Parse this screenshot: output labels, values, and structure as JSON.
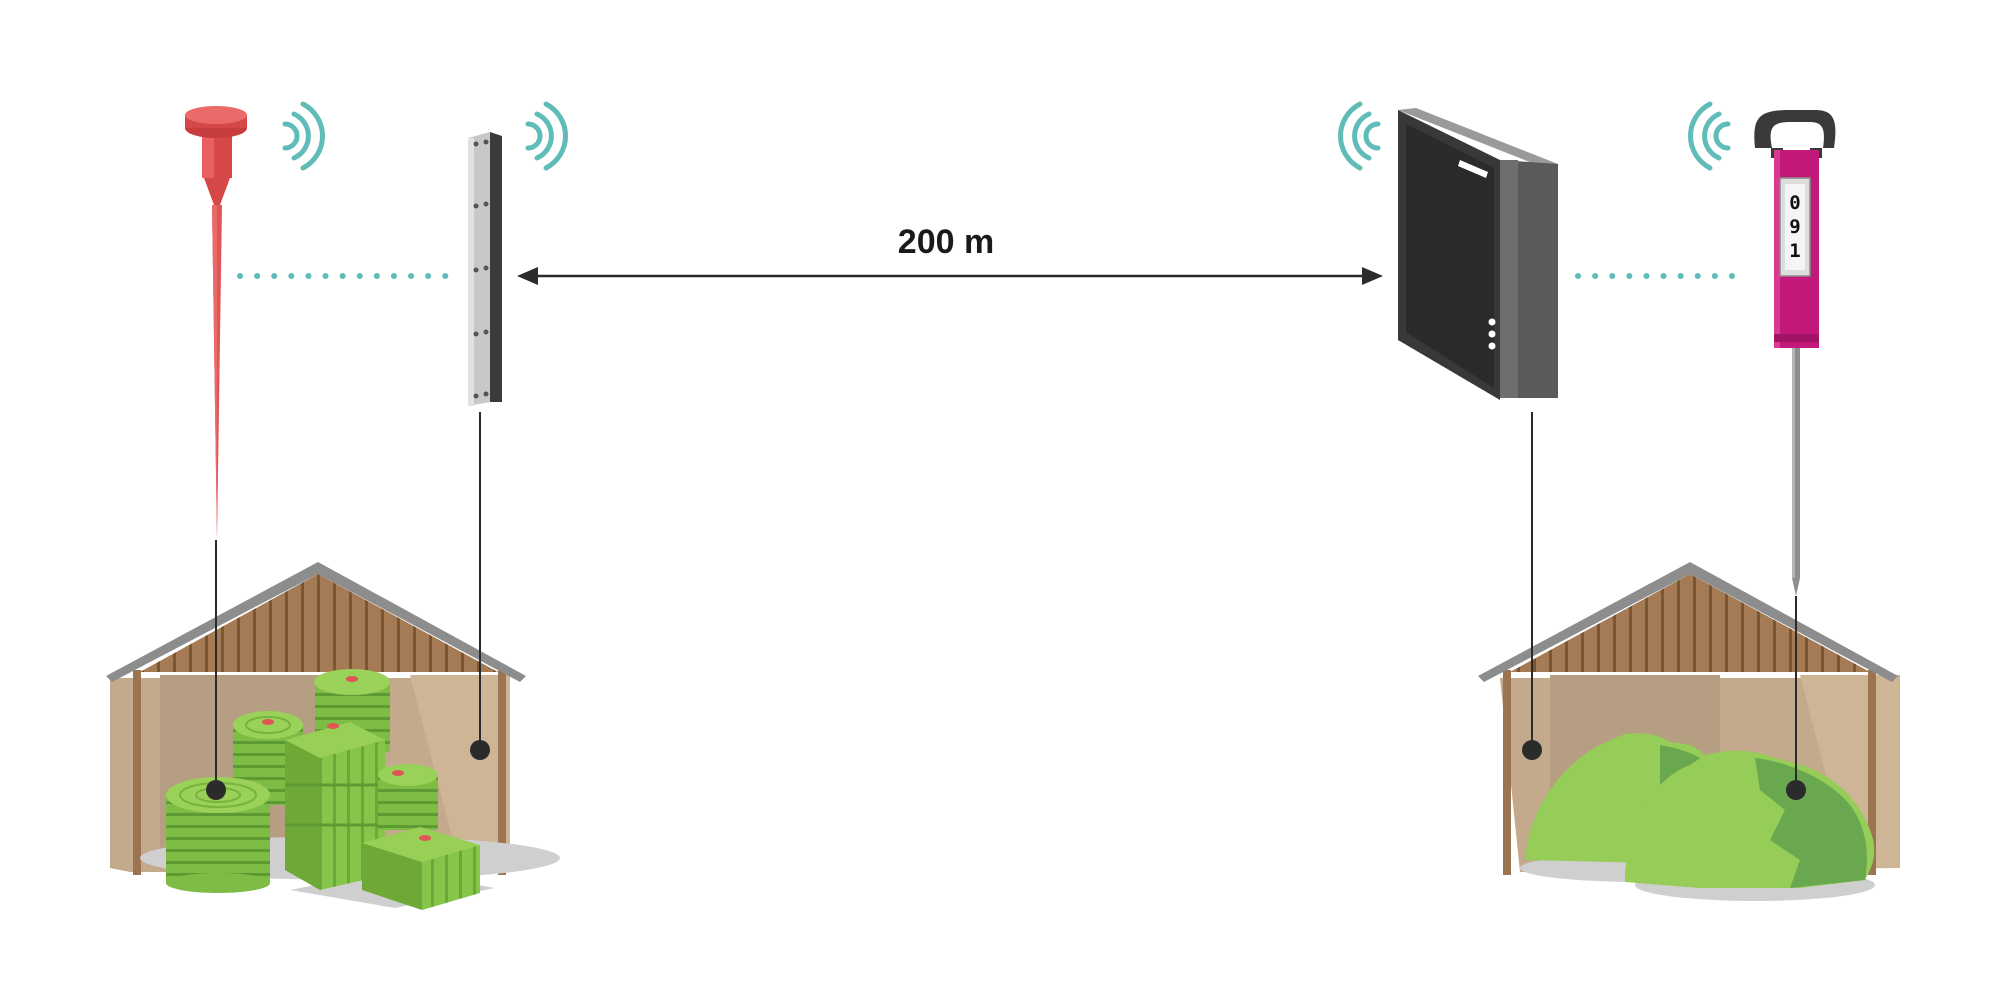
{
  "distance": {
    "label": "200 m"
  },
  "probe": {
    "digits": [
      "0",
      "9",
      "1"
    ]
  },
  "icons": {
    "left_sensor": "hay-probe-sensor-icon",
    "left_repeater": "repeater-antenna-icon",
    "right_gateway": "gateway-box-icon",
    "right_probe": "handheld-probe-icon",
    "left_barn": "barn-with-hay-bales-icon",
    "right_barn": "barn-with-hay-heap-icon",
    "wifi": "wireless-signal-icon"
  },
  "colors": {
    "signal": "#5fbcb8",
    "sensor_red": "#e05555",
    "probe_magenta": "#c2197a",
    "gateway_dark": "#2c2a28",
    "barn_wood": "#9b7452",
    "roof_gray": "#8d8d8d",
    "hay_light": "#8fcc4e",
    "hay_dark": "#6aa84f",
    "line": "#2b2b2b"
  }
}
